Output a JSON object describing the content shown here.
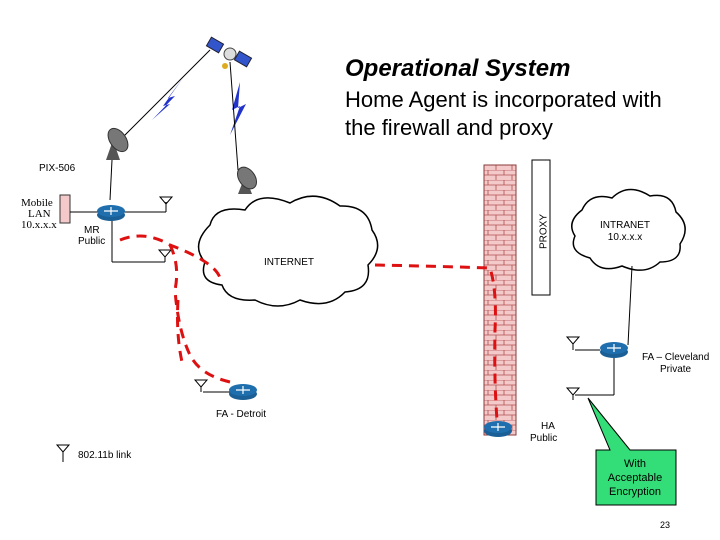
{
  "title": "Operational System",
  "subtitle": "Home Agent is incorporated with the firewall and proxy",
  "labels": {
    "pix": "PIX-506",
    "mobile_lan_1": "Mobile",
    "mobile_lan_2": "LAN",
    "mobile_lan_3": "10.x.x.x",
    "mr_1": "MR",
    "mr_2": "Public",
    "internet": "INTERNET",
    "proxy": "PROXY",
    "intranet_1": "INTRANET",
    "intranet_2": "10.x.x.x",
    "fa_cleveland_1": "FA – Cleveland",
    "fa_cleveland_2": "Private",
    "fa_detroit": "FA - Detroit",
    "ha_1": "HA",
    "ha_2": "Public",
    "legend_link": "802.11b link",
    "callout": "With Acceptable Encryption",
    "page_number": "23"
  },
  "colors": {
    "tunnel": "#dd1111",
    "callout_fill": "#33dd77",
    "firewall_fill": "#f4c9c9",
    "router_fill": "#1f6fae",
    "lightning": "#2233cc"
  }
}
